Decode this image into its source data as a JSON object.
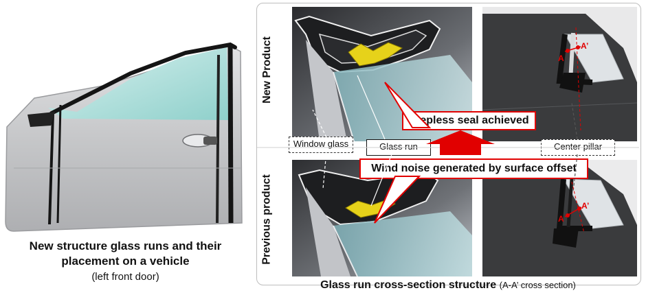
{
  "left": {
    "caption_line1": "New structure glass runs and their",
    "caption_line2": "placement on a vehicle",
    "caption_line3": "(left front door)"
  },
  "right": {
    "label_new": "New Product",
    "label_previous": "Previous product",
    "window_glass": "Window glass",
    "glass_run": "Glass run",
    "center_pillar": "Center pillar",
    "callout_new": "Stepless seal achieved",
    "callout_previous": "Wind noise generated by surface offset",
    "section_a": "A",
    "section_a_prime": "A’",
    "caption_main": "Glass run cross-section structure",
    "caption_sub": "(A-A’ cross section)"
  },
  "colors": {
    "callout_border": "#e10000",
    "arrow": "#e10000",
    "seal_yellow": "#e6d21a",
    "car_body": "#3a3b3d",
    "door_body": "#c9cacc",
    "window_tint": "#a8dcd8"
  }
}
